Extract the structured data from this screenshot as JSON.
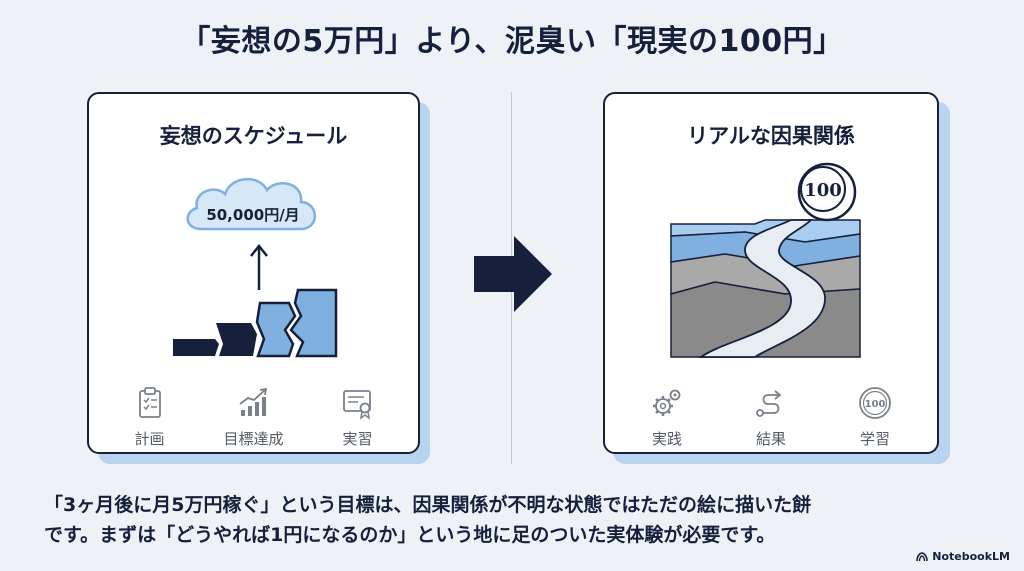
{
  "title": "「妄想の5万円」より、泥臭い「現実の100円」",
  "left_panel": {
    "title": "妄想のスケジュール",
    "cloud_label": "50,000円/月",
    "icons": [
      {
        "icon": "clipboard-icon",
        "label": "計画"
      },
      {
        "icon": "growth-chart-icon",
        "label": "目標達成"
      },
      {
        "icon": "certificate-icon",
        "label": "実習"
      }
    ]
  },
  "right_panel": {
    "title": "リアルな因果関係",
    "coin_label": "100",
    "icons": [
      {
        "icon": "gears-icon",
        "label": "実践"
      },
      {
        "icon": "path-icon",
        "label": "結果"
      },
      {
        "icon": "coin-icon",
        "label": "学習",
        "coin_text": "100"
      }
    ]
  },
  "caption": {
    "line1": "「3ヶ月後に月5万円稼ぐ」という目標は、因果関係が不明な状態ではただの絵に描いた餅",
    "line2": "です。まずは「どうやれば1円になるのか」という地に足のついた実体験が必要です。"
  },
  "brand": "NotebookLM",
  "colors": {
    "navy": "#16203d",
    "light_blue": "#b9d4ef",
    "mid_blue": "#7fb0e0",
    "gray": "#8e8e8e"
  }
}
